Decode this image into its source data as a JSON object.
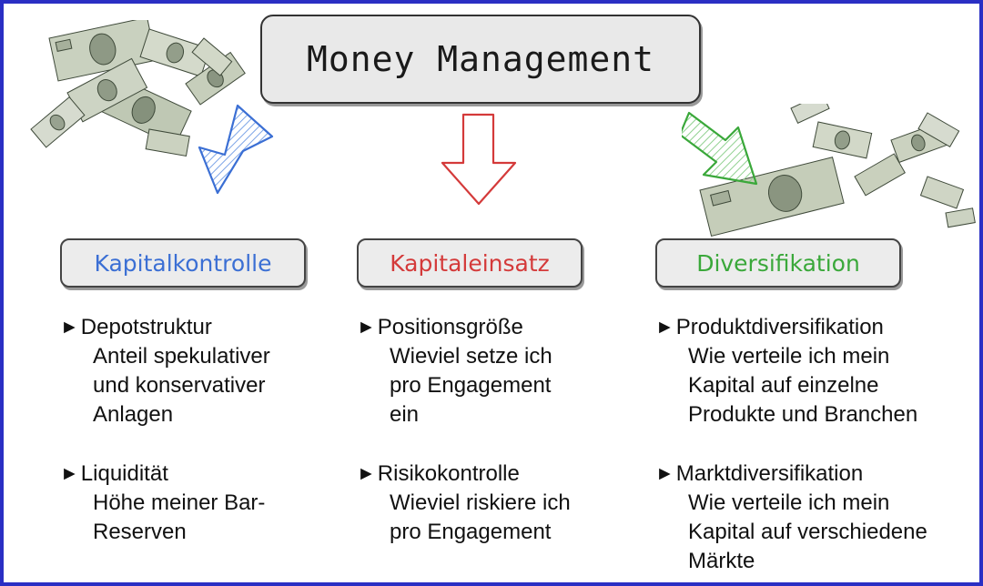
{
  "title": "Money Management",
  "colors": {
    "frame": "#2a2fc4",
    "blue": "#3b6fd4",
    "red": "#d43a3a",
    "green": "#3aa83a"
  },
  "icons": {
    "bullet": "►",
    "left_image": "banknotes-icon",
    "right_image": "banknotes-icon"
  },
  "columns": [
    {
      "heading": "Kapitalkontrolle",
      "items": [
        {
          "label": "Depotstruktur",
          "description": [
            "Anteil spekulativer",
            "und konservativer",
            "Anlagen"
          ]
        },
        {
          "label": "Liquidität",
          "description": [
            "Höhe meiner Bar-",
            "Reserven"
          ]
        }
      ]
    },
    {
      "heading": "Kapitaleinsatz",
      "items": [
        {
          "label": "Positionsgröße",
          "description": [
            "Wieviel setze ich",
            "pro Engagement",
            "ein"
          ]
        },
        {
          "label": "Risikokontrolle",
          "description": [
            "Wieviel riskiere ich",
            "pro Engagement"
          ]
        }
      ]
    },
    {
      "heading": "Diversifikation",
      "items": [
        {
          "label": "Produktdiversifikation",
          "description": [
            "Wie verteile ich mein",
            "Kapital auf einzelne",
            "Produkte und Branchen"
          ]
        },
        {
          "label": "Marktdiversifikation",
          "description": [
            "Wie verteile ich mein",
            "Kapital auf verschiedene",
            "Märkte"
          ]
        }
      ]
    }
  ]
}
